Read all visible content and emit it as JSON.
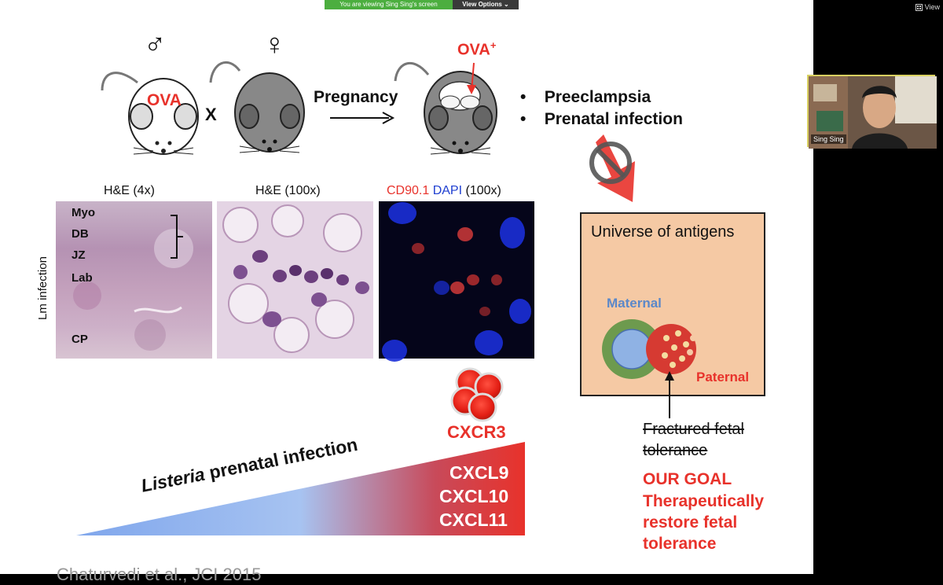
{
  "meeting": {
    "share_text": "You are viewing Sing Sing's screen",
    "view_options": "View Options",
    "view_label": "View",
    "participant_name": "Sing Sing"
  },
  "slide": {
    "male_symbol": "♂",
    "female_symbol": "♀",
    "ova_label": "OVA",
    "cross_label": "X",
    "pregnancy_label": "Pregnancy",
    "ova_plus_label": "OVA",
    "ova_plus_sup": "+",
    "bullets": [
      "Preeclampsia",
      "Prenatal infection"
    ],
    "panel_titles": {
      "he4": "H&E (4x)",
      "he100": "H&E (100x)",
      "cd901": "CD90.1",
      "dapi": "DAPI",
      "dapi_mag": "(100x)"
    },
    "layer_labels": [
      "Myo",
      "DB",
      "JZ",
      "Lab",
      "CP"
    ],
    "side_label": "Lm infection",
    "universe_title": "Universe of antigens",
    "maternal_label": "Maternal",
    "paternal_label": "Paternal",
    "fractured_line1": "Fractured fetal",
    "fractured_line2": "tolerance",
    "goal_lines": [
      "OUR GOAL",
      "Therapeutically",
      "restore fetal",
      "tolerance"
    ],
    "cxcr3_label": "CXCR3",
    "chemokines": [
      "CXCL9",
      "CXCL10",
      "CXCL11"
    ],
    "listeria_word": "Listeria",
    "listeria_rest": " prenatal infection",
    "citation": "Chaturvedi et al., JCI 2015"
  },
  "colors": {
    "accent_red": "#e8322b",
    "maternal_blue": "#5b88c9",
    "zoom_green": "#4cae3f"
  }
}
